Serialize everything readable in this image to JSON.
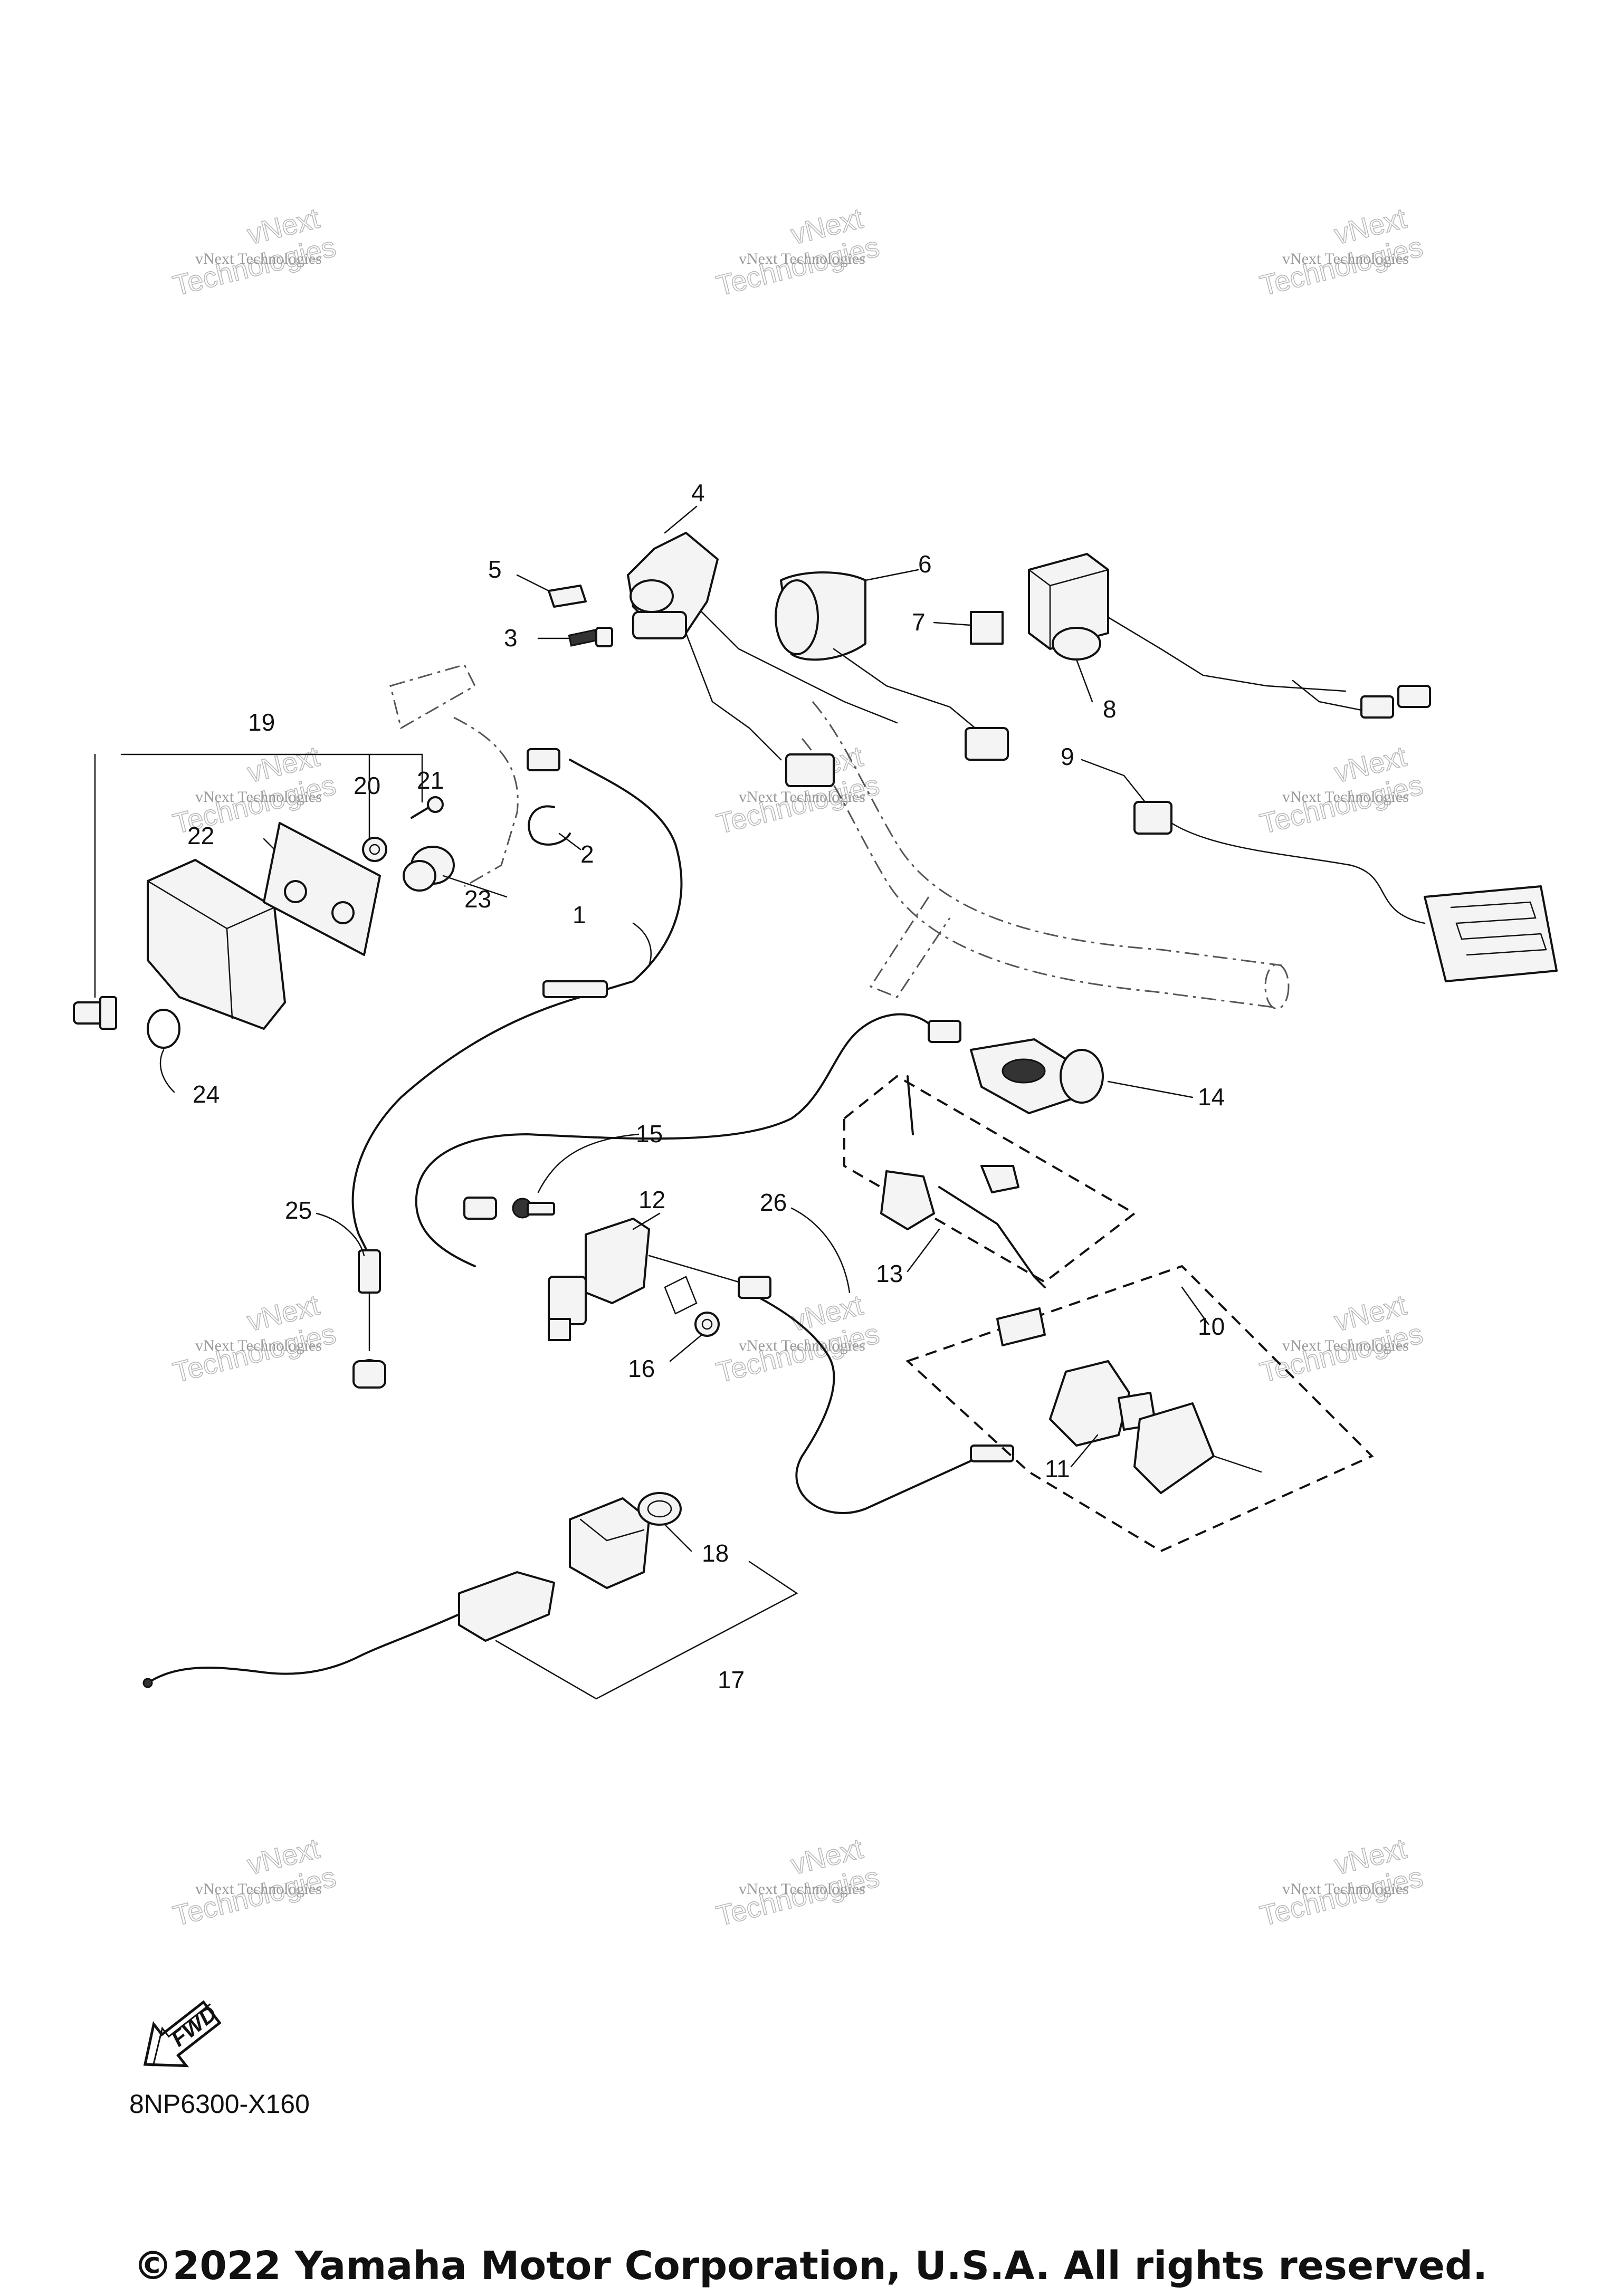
{
  "diagram": {
    "code": "8NP6300-X160",
    "copyright": "©2022 Yamaha Motor Corporation, U.S.A. All rights reserved.",
    "fwd_label": "FWD",
    "watermark": {
      "line1": "vNext",
      "line2": "vNext Technologies",
      "line3": "Technologies"
    },
    "callouts": [
      "1",
      "2",
      "3",
      "4",
      "5",
      "6",
      "7",
      "8",
      "9",
      "10",
      "11",
      "12",
      "13",
      "14",
      "15",
      "16",
      "17",
      "18",
      "19",
      "20",
      "21",
      "22",
      "23",
      "24",
      "25",
      "26"
    ]
  }
}
